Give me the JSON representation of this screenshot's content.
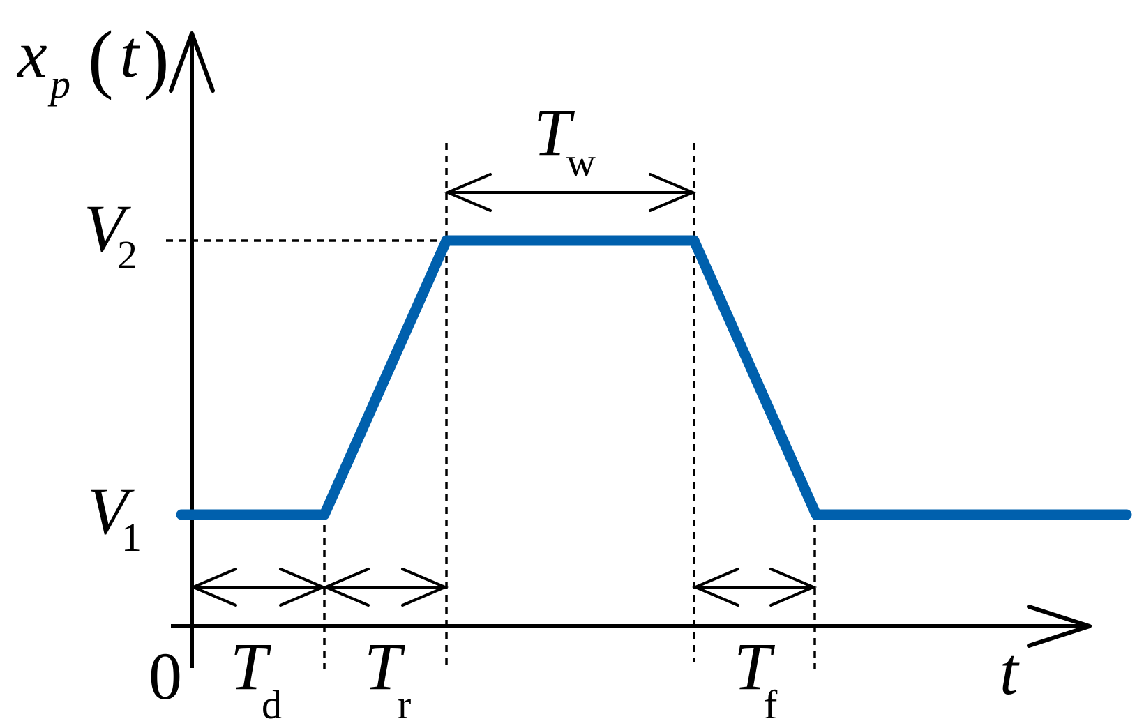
{
  "colors": {
    "pulse": "#0060ad",
    "ink": "#000000"
  },
  "y_axis": {
    "symbol": "x",
    "subscript": "p",
    "open_paren": "(",
    "argument": "t",
    "close_paren": ")"
  },
  "x_axis": {
    "label": "t",
    "origin": "0"
  },
  "levels": {
    "v1": {
      "symbol": "V",
      "subscript": "1"
    },
    "v2": {
      "symbol": "V",
      "subscript": "2"
    }
  },
  "intervals": {
    "delay": {
      "symbol": "T",
      "subscript": "d"
    },
    "rise": {
      "symbol": "T",
      "subscript": "r"
    },
    "width": {
      "symbol": "T",
      "subscript": "w"
    },
    "fall": {
      "symbol": "T",
      "subscript": "f"
    }
  }
}
